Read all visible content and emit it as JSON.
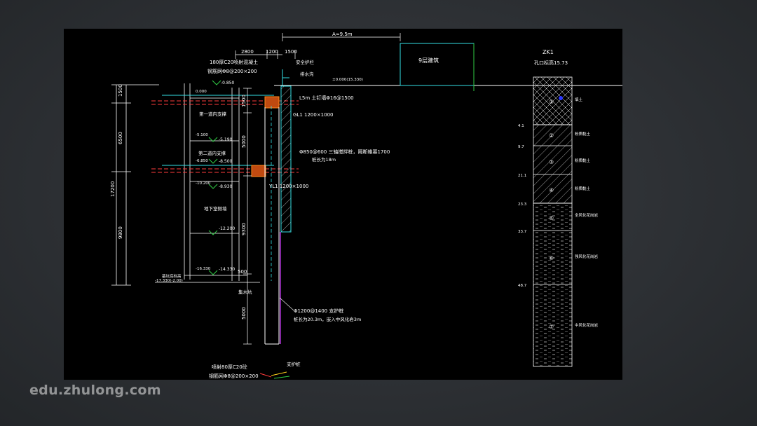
{
  "watermark": "edu.zhulong.com",
  "colors": {
    "background": "#000000",
    "white": "#ffffff",
    "cyan": "#33e0e6",
    "red": "#ff3b3b",
    "yellow": "#ffd21a",
    "green": "#2fcc45",
    "magenta": "#b035d8",
    "orange": "#ff8a1a",
    "blue": "#2a36ff"
  },
  "dimensions": {
    "top": [
      "2800",
      "1200",
      "1500"
    ],
    "right_span": "A≈9.5m",
    "left_segments": [
      "1500",
      "6500",
      "9800"
    ],
    "left_total": "17200",
    "middle": [
      "1500",
      "5000",
      "9300",
      "5000"
    ],
    "bottom_anchor": "500"
  },
  "labels": {
    "top_slab": "180厚C20喷射混凝土",
    "top_mesh": "钢筋网Φ8@200×200",
    "safety_rail": "安全护栏",
    "drain_ditch": "排水沟",
    "ground_elev": "±0.000(15.330)",
    "soil_nail": "L5m 土钉墙Φ16@1500",
    "strut_one": "第一道内支撑",
    "beam_one": "GL1 1200×1000",
    "pile_spec": "Φ850@600 三轴搅拌桩，隔断帷幕1700",
    "pile_length": "桩长为18m",
    "strut_two": "第二道内支撑",
    "beam_two": "YL1 1200×1000",
    "floor_slab": "地下室侧墙",
    "base_label": "基坑底标高",
    "base_elev": "-17.330(-2.00)",
    "pit_label": "集水坑",
    "bored_pile": "Φ1200@1400 支护桩",
    "bored_pile_depth": "桩长为20.3m，嵌入中风化岩3m",
    "bottom_note_1": "喷射80厚C20砼",
    "bottom_note_2": "钢筋网Φ8@200×200",
    "bottom_note_3": "支护桩",
    "elev_a": "-0.850",
    "elev_b": "-5.190",
    "elev_c": "-8.500",
    "elev_d": "-8.930",
    "elev_e": "-12.200",
    "elev_f": "-14.330",
    "tag_a": "0.000",
    "tag_b": "-5.100",
    "tag_c": "-6.850",
    "tag_d": "-10.200",
    "tag_e": "-16.330",
    "building": "9层建筑"
  },
  "borehole": {
    "id": "ZK1",
    "elevation": "孔口标高15.73",
    "depths": [
      "4.1",
      "9.7",
      "21.1",
      "23.3",
      "33.7",
      "48.7"
    ],
    "layers": [
      "①",
      "②",
      "③",
      "④",
      "⑤",
      "⑥",
      "⑦"
    ],
    "names": [
      "填土",
      "粉质黏土",
      "粉质黏土",
      "粉质黏土",
      "全风化花岗岩",
      "强风化花岗岩",
      "中风化花岗岩"
    ]
  }
}
